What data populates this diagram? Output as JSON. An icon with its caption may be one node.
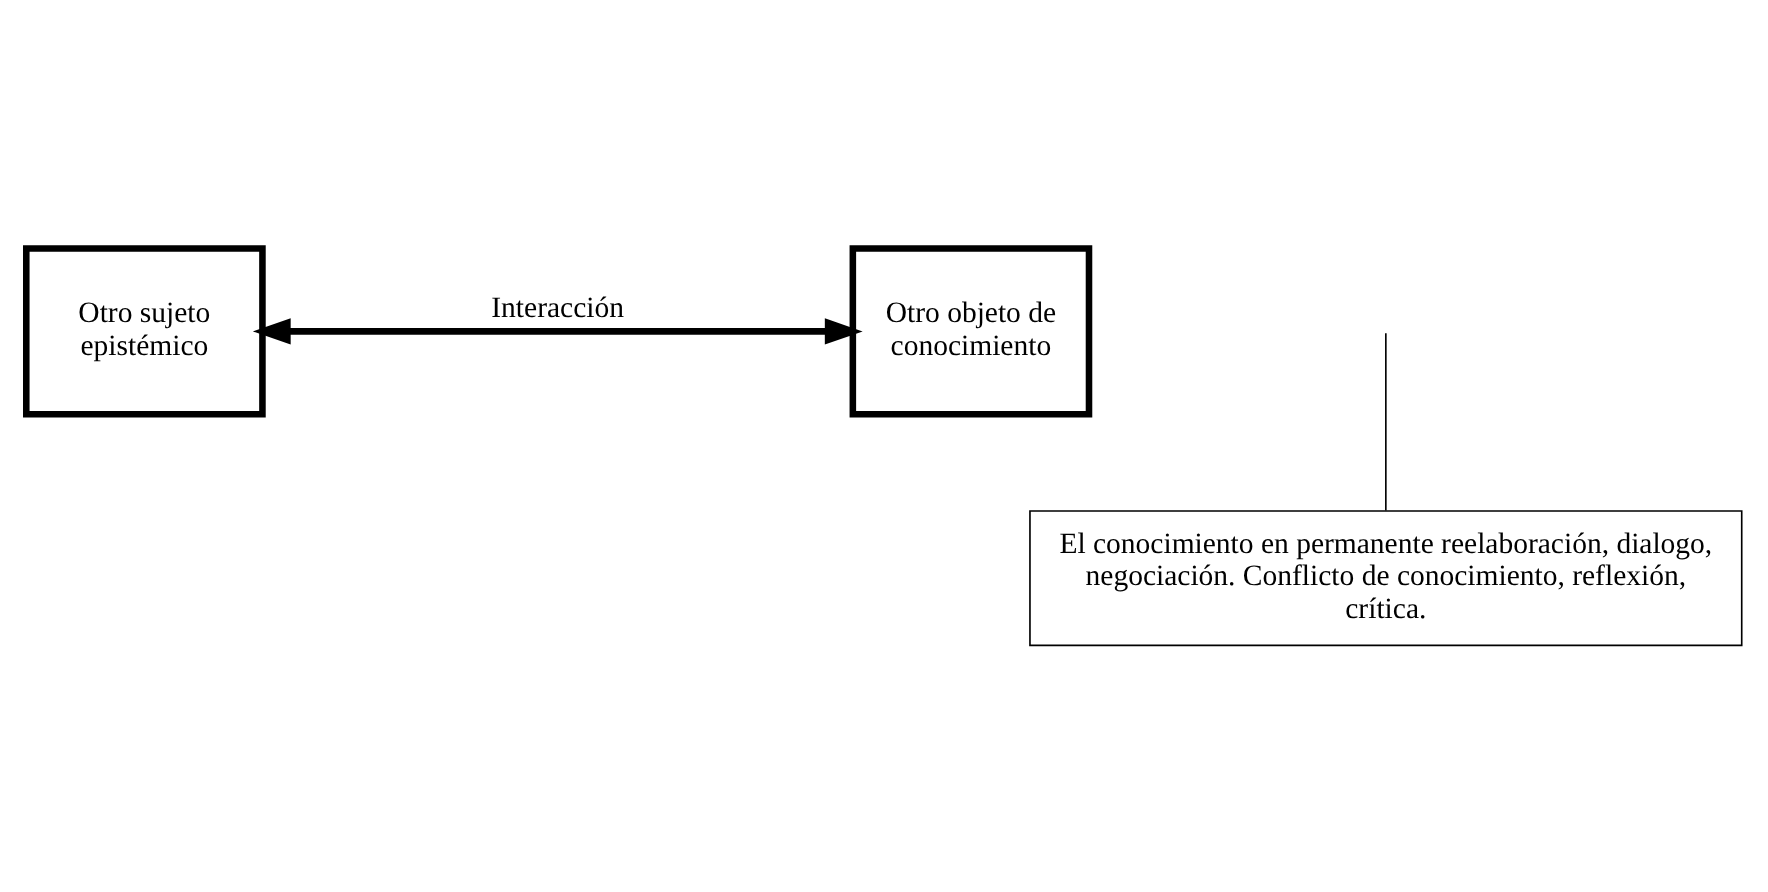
{
  "diagram": {
    "nodes": [
      {
        "text": [
          "Otro sujeto epistémico"
        ]
      },
      {
        "text": [
          "Otro objeto de conocimiento"
        ]
      },
      {
        "text": [
          "El conocimiento en permanente reelaboración, dialogo, negociación. Conflicto de conocimiento, reflexión, crítica."
        ]
      }
    ],
    "edges": [
      {
        "from": 0,
        "to": 1,
        "arrow": "both",
        "label": "Interacción",
        "style": "thick"
      },
      {
        "from": 2,
        "to": null,
        "arrow": "none"
      }
    ]
  }
}
